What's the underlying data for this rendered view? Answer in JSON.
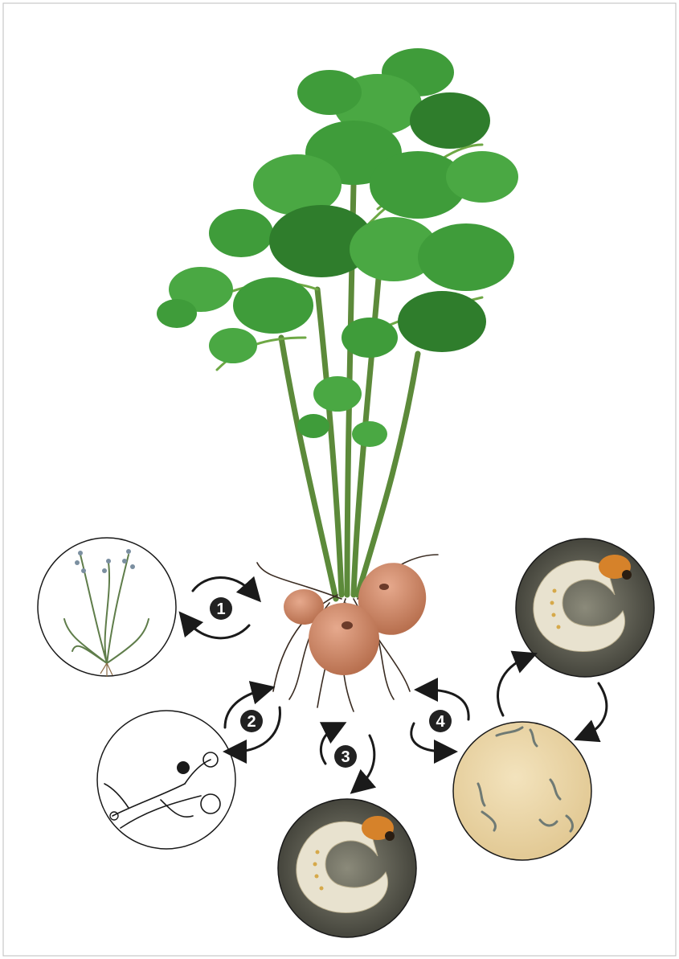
{
  "diagram": {
    "center": {
      "icon": "potato-plant-icon"
    },
    "interactions": [
      {
        "number": "1",
        "partner_icon": "grass-plant-icon",
        "direction": "bidirectional"
      },
      {
        "number": "2",
        "partner_icon": "fungal-hyphae-icon",
        "direction": "bidirectional"
      },
      {
        "number": "3",
        "partner_icon": "beetle-larva-icon",
        "direction": "bidirectional"
      },
      {
        "number": "4",
        "partner_icon": "nematodes-icon",
        "direction": "bidirectional"
      }
    ],
    "extra_partner": {
      "icon": "beetle-larva-icon"
    },
    "colors": {
      "leaf": "#3f9c3a",
      "leaf_dark": "#2f7d2c",
      "tuber": "#d08a6e",
      "root": "#3a2c22",
      "badge": "#222222",
      "arrow": "#1a1a1a",
      "larva_bg": "#5a5a4e",
      "larva_body": "#e8e2cf",
      "nematode_bg": "#ead6a8",
      "grass": "#5f7d4a"
    }
  }
}
